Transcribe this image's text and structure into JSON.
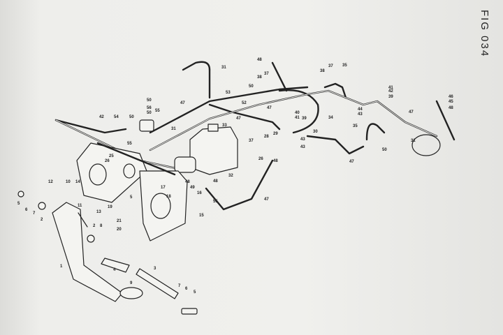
{
  "figure": {
    "title": "FIG 034",
    "callouts": [
      "5",
      "6",
      "7",
      "2",
      "12",
      "10",
      "14",
      "11",
      "13",
      "19",
      "5",
      "21",
      "20",
      "2",
      "8",
      "4",
      "1",
      "9",
      "3",
      "7",
      "6",
      "5",
      "17",
      "18",
      "16",
      "15",
      "48",
      "49",
      "48",
      "55",
      "32",
      "33",
      "37",
      "28",
      "26",
      "29",
      "48",
      "47",
      "25",
      "26",
      "42",
      "54",
      "50",
      "50",
      "56",
      "50",
      "55",
      "31",
      "55",
      "47",
      "31",
      "53",
      "50",
      "38",
      "37",
      "52",
      "47",
      "47",
      "48",
      "38",
      "37",
      "35",
      "41",
      "42",
      "39",
      "44",
      "43",
      "40",
      "41",
      "39",
      "34",
      "30",
      "43",
      "43",
      "35",
      "50",
      "47",
      "47",
      "46",
      "45",
      "48",
      "31"
    ]
  }
}
